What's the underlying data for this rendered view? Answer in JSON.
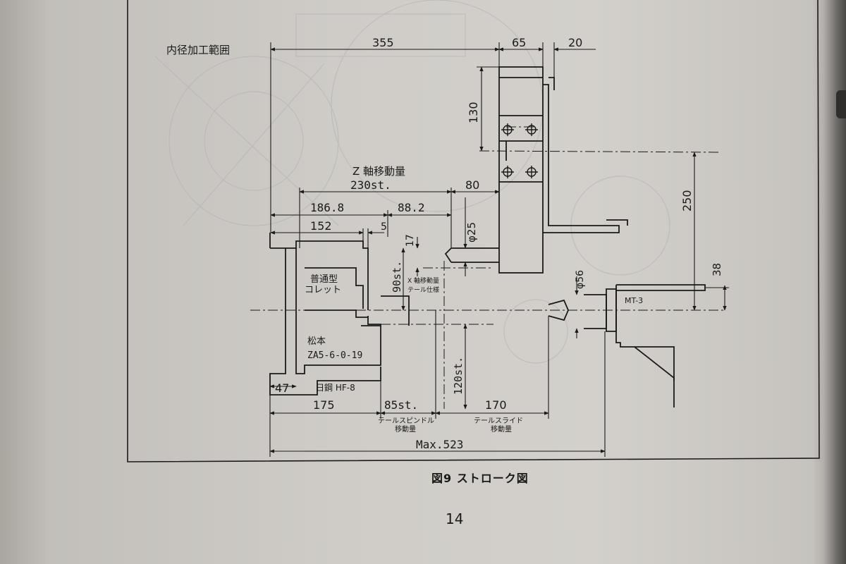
{
  "figure": {
    "section_title": "内径加工範囲",
    "caption": "図9 ストローク図",
    "page_number": "14"
  },
  "dimensions": {
    "d355": "355",
    "d65": "65",
    "d20": "20",
    "d130": "130",
    "d250": "250",
    "d38": "38",
    "z_label": "Z 軸移動量",
    "z_stroke": "230st.",
    "d80": "80",
    "d186_8": "186.8",
    "d88_2": "88.2",
    "d152": "152",
    "d5": "5",
    "phi25": "φ25",
    "d17": "17",
    "phi56": "φ56",
    "x_stroke": "90st.",
    "x_axis_note_1": "X 軸移動量",
    "x_axis_note_2": "テール仕様",
    "d120": "120st.",
    "d47": "47",
    "d175": "175",
    "d85": "85st.",
    "d170": "170",
    "tail_spindle_1": "テールスピンドル",
    "tail_spindle_2": "移動量",
    "tail_slide_1": "テールスライド",
    "tail_slide_2": "移動量",
    "max": "Max.523"
  },
  "labels": {
    "collet_1": "普通型",
    "collet_2": "コレット",
    "chuck_maker": "松本",
    "chuck_model": "ZA5-6-0-19",
    "nikko": "日鋼 HF-8",
    "mt3": "MT-3"
  }
}
